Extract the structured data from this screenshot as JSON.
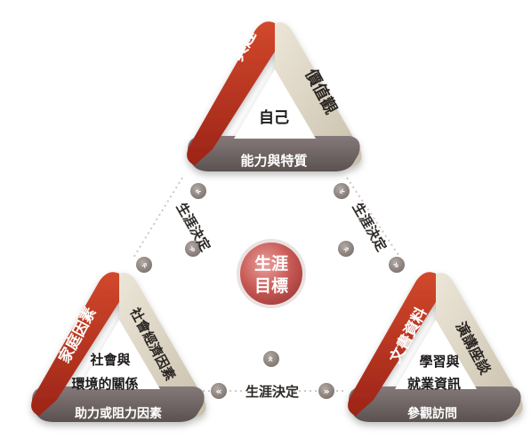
{
  "goal": {
    "line1": "生涯",
    "line2": "目標"
  },
  "self": {
    "red_side": "興趣",
    "right_side": "價值觀",
    "center": "自己",
    "bottom": "能力與特質"
  },
  "social": {
    "red_side": "家庭因素",
    "right_side": "社會經濟因素",
    "center_line1": "社會與",
    "center_line2": "環境的關係",
    "bottom": "助力或阻力因素"
  },
  "info": {
    "red_side": "文書資料",
    "right_side": "演講座談",
    "center_line1": "學習與",
    "center_line2": "就業資訊",
    "bottom": "參觀訪問"
  },
  "connectors": {
    "left": "生涯決定",
    "right": "生涯決定",
    "bottom": "生涯決定"
  },
  "colors": {
    "red": "#b5321f",
    "beige": "#dcd4c3",
    "bottom_band": "#6e6460",
    "goal_circle": "#c9605d",
    "chevron": "#8c817c"
  },
  "icons": [
    "double-chevron-icon"
  ]
}
